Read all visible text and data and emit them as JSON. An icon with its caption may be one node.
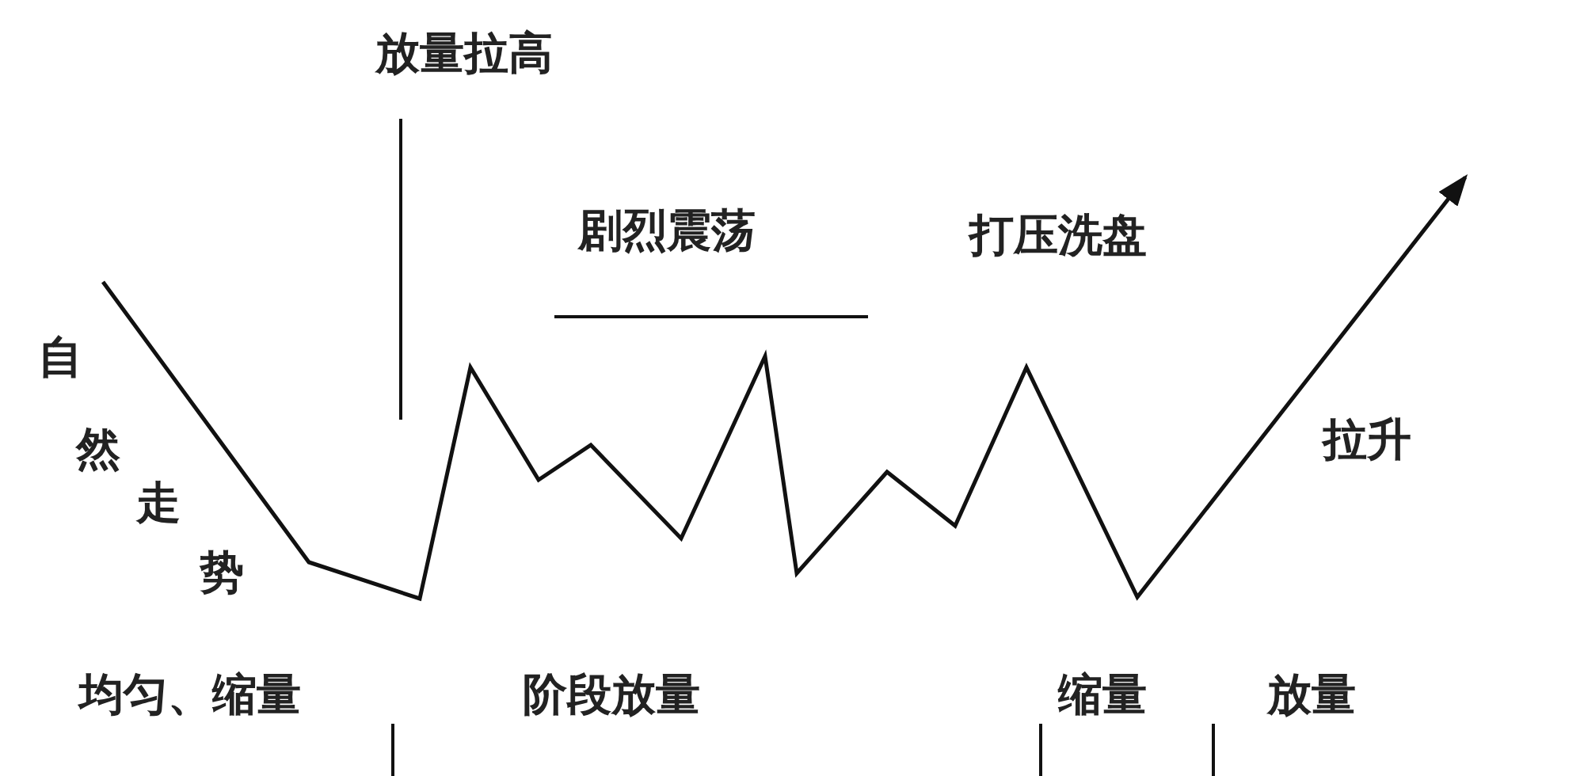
{
  "diagram": {
    "labels": [
      "放量拉高",
      "剧烈震荡",
      "打压洗盘",
      "自然走势",
      "拉升",
      "均匀、缩量",
      "阶段放量",
      "缩量",
      "放量"
    ]
  }
}
